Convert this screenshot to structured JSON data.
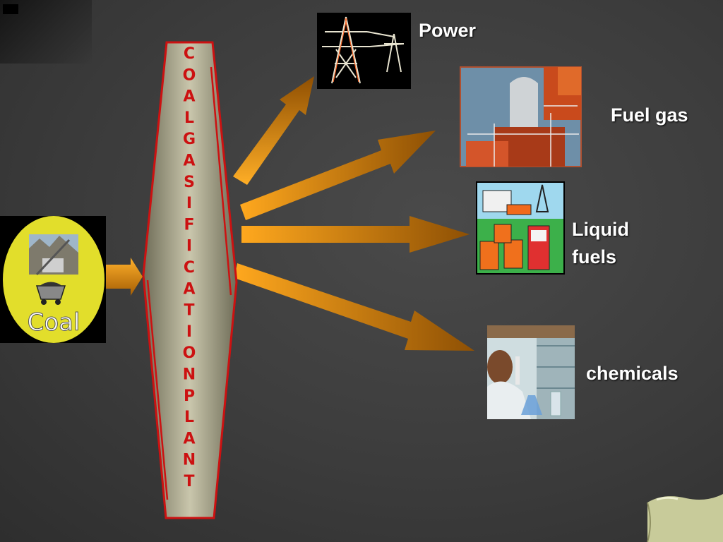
{
  "plant": {
    "letters": [
      "C",
      "O",
      "A",
      "L",
      "G",
      "A",
      "S",
      "I",
      "F",
      "I",
      "C",
      "A",
      "T",
      "I",
      "O",
      "N",
      "P",
      "L",
      "A",
      "N",
      "T"
    ]
  },
  "source": {
    "label": "Coal"
  },
  "outputs": {
    "power": "Power",
    "fuel_gas": "Fuel gas",
    "liquid_fuels_line1": "Liquid",
    "liquid_fuels_line2": "fuels",
    "chemicals": "chemicals"
  },
  "colors": {
    "background": "#3c3c3c",
    "arrow_light": "#ffa41c",
    "arrow_dark": "#9a5a05",
    "plant_border": "#cc1111",
    "plant_letters": "#cc1111",
    "coal_disc": "#e5e12c"
  }
}
